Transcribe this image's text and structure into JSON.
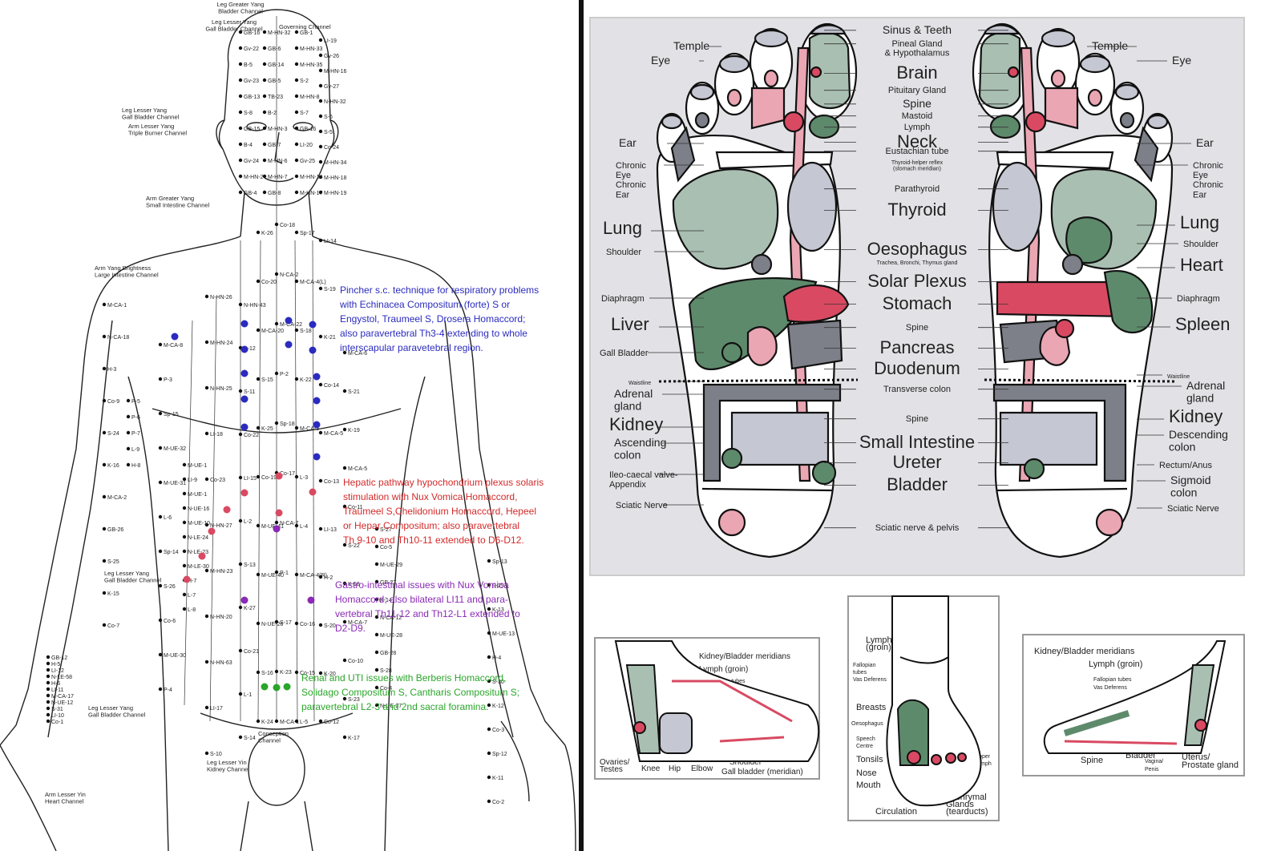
{
  "meridian": {
    "channels": [
      {
        "id": "leg_greater_yang",
        "text": "Leg Greater Yang\nBladder Channel"
      },
      {
        "id": "leg_lesser_yang_top",
        "text": "Leg Lesser Yang\nGall Bladder Channel"
      },
      {
        "id": "governing",
        "text": "Governing Channel"
      },
      {
        "id": "leg_lesser_yang_2",
        "text": "Leg Lesser Yang\nGall Bladder Channel"
      },
      {
        "id": "arm_lesser_yang",
        "text": "Arm Lesser Yang\nTriple Burner Channel"
      },
      {
        "id": "arm_greater_yang",
        "text": "Arm Greater Yang\nSmall Intestine Channel"
      },
      {
        "id": "arm_yang_brightness",
        "text": "Arm Yang Brightness\nLarge Intestine Channel"
      },
      {
        "id": "leg_lesser_yang_3",
        "text": "Leg Lesser Yang\nGall Bladder Channel"
      },
      {
        "id": "leg_lesser_yang_4",
        "text": "Leg Lesser Yang\nGall Bladder Channel"
      },
      {
        "id": "leg_lesser_yin",
        "text": "Leg Lesser Yin\nKidney Channel"
      },
      {
        "id": "arm_lesser_yin",
        "text": "Arm Lesser Yin\nHeart Channel"
      },
      {
        "id": "conception",
        "text": "Conception\nChannel"
      }
    ],
    "points": [
      "GB-16",
      "Gv-22",
      "B-5",
      "Gv-23",
      "GB-13",
      "S-8",
      "GB-15",
      "B-4",
      "Gv-24",
      "M-HN-2",
      "GB-4",
      "M-HN-32",
      "GB-6",
      "GB-14",
      "GB-5",
      "TB-23",
      "B-2",
      "M-HN-3",
      "GB-7",
      "M-HN-6",
      "M-HN-7",
      "GB-8",
      "GB-1",
      "M-HN-33",
      "M-HN-35",
      "S-2",
      "M-HN-8",
      "S-7",
      "GB-16",
      "LI-20",
      "Gv-25",
      "M-HN-14",
      "M-HN-17",
      "LI-19",
      "Gv-26",
      "M-HN-16",
      "Gv-27",
      "N-HN-32",
      "S-6",
      "S-5",
      "Co-24",
      "M-HN-34",
      "M-HN-18",
      "M-HN-19",
      "N-HN-26",
      "M-HN-24",
      "N-HN-25",
      "LI-18",
      "Co-23",
      "N-HN-27",
      "M-HN-23",
      "N-HN-20",
      "N-HN-63",
      "LI-17",
      "S-10",
      "N-HN-43",
      "S-12",
      "S-11",
      "Co-22",
      "LI-15",
      "L-2",
      "S-13",
      "K-27",
      "Co-21",
      "L-1",
      "S-14",
      "K-26",
      "Co-20",
      "M-CA-20",
      "S-15",
      "K-25",
      "Co-19",
      "M-UE-41",
      "M-UE-40",
      "N-UE-26",
      "S-16",
      "K-24",
      "Co-18",
      "N-CA-2",
      "M-CA-22",
      "P-2",
      "Sp-18",
      "Co-17",
      "N-CA-7",
      "P-1",
      "S-17",
      "K-23",
      "M-CA-1",
      "Sp-17",
      "M-CA-4(L)",
      "S-18",
      "K-22",
      "M-CA-3",
      "L-3",
      "L-4",
      "M-CA-4(R)",
      "Co-16",
      "Co-15",
      "L-5",
      "LI-14",
      "S-19",
      "K-21",
      "Co-14",
      "M-CA-5",
      "Co-13",
      "LI-13",
      "H-2",
      "S-20",
      "K-20",
      "Co-12",
      "M-CA-6",
      "S-21",
      "K-19",
      "M-CA-5",
      "Co-11",
      "S-22",
      "K-18",
      "M-CA-7",
      "Co-10",
      "S-23",
      "K-17",
      "M-CA-1",
      "N-CA-18",
      "H-3",
      "Co-9",
      "S-24",
      "K-16",
      "M-CA-2",
      "GB-26",
      "S-25",
      "K-15",
      "Co-7",
      "M-CA-8",
      "P-3",
      "Sp-15",
      "M-UE-32",
      "M-UE-31",
      "L-6",
      "Sp-14",
      "S-26",
      "Co-6",
      "M-UE-30",
      "P-4",
      "S-27",
      "Co-5",
      "M-UE-29",
      "GB-27",
      "K-14",
      "N-CA-12",
      "M-UE-28",
      "GB-28",
      "S-28",
      "Co-4",
      "N-UE-27",
      "Sp-13",
      "S-29",
      "K-13",
      "M-UE-13",
      "H-4",
      "S-30",
      "K-12",
      "Co-3",
      "Sp-12",
      "K-11",
      "Co-2",
      "GB-12",
      "H-5",
      "LI-12",
      "N-LE-58",
      "H-6",
      "LI-11",
      "M-CA-17",
      "N-UE-12",
      "S-31",
      "LI-10",
      "Co-1",
      "M-UE-1",
      "LI-9",
      "M-UE-1",
      "N-UE-16",
      "M-UE-10",
      "N-LE-24",
      "N-LE-23",
      "M-LE-30",
      "H-7",
      "L-7",
      "L-8",
      "P-5",
      "P-6",
      "P-7",
      "L-9",
      "H-8"
    ],
    "notes": [
      {
        "id": "respiratory",
        "color": "#2b2bbf",
        "text": "Pincher s.c. technique for respiratory problems\nwith Echinacea Compositum (forte) S or\nEngystol, Traumeel S, Drosera Homaccord;\nalso paravertebral Th3-4 extending to whole\ninterscapular paravetebral region."
      },
      {
        "id": "hepatic",
        "color": "#d42a2a",
        "text": "Hepatic pathway hypochondrium plexus solaris\nstimulation with Nux Vomica Homaccord,\nTraumeel S,Chelidonium Homaccord, Hepeel\nor Hepar Compositum; also paravertebral\nTh 9-10 and Th10-11 extended to D6-D12."
      },
      {
        "id": "gastro",
        "color": "#8a2ab5",
        "text": "Gastro-intestinal issues with Nux Vomica\nHomaccord; also bilateral LI11 and para-\nvertebral Th11-12 and Th12-L1 extended to\nD2-D9."
      },
      {
        "id": "renal",
        "color": "#2aa52a",
        "text": "Renal and UTI issues with Berberis Homaccord,\nSolidago Compositum S, Cantharis Compositum S;\nparavertebral L2-3 and 2nd sacral foramina."
      }
    ]
  },
  "reflexology": {
    "colors": {
      "green": "#a9bfb2",
      "dark_green": "#5e8a6c",
      "pink": "#eba6b3",
      "red": "#d94a62",
      "gray": "#7d8089",
      "light_gray": "#c5c7d2",
      "frame": "#e2e2e6"
    },
    "center_labels": [
      {
        "id": "sinus",
        "text": "Sinus & Teeth",
        "size": "md"
      },
      {
        "id": "pineal",
        "text": "Pineal Gland\n& Hypothalamus",
        "size": "sm"
      },
      {
        "id": "brain",
        "text": "Brain",
        "size": "lg"
      },
      {
        "id": "pituitary",
        "text": "Pituitary Gland",
        "size": "sm"
      },
      {
        "id": "spine1",
        "text": "Spine",
        "size": "md"
      },
      {
        "id": "mastoid",
        "text": "Mastoid",
        "size": "sm"
      },
      {
        "id": "lymph",
        "text": "Lymph",
        "size": "sm"
      },
      {
        "id": "neck",
        "text": "Neck",
        "size": "lg"
      },
      {
        "id": "eustachian",
        "text": "Eustachian tube",
        "size": "sm"
      },
      {
        "id": "thyroid_helper",
        "text": "Thyroid-helper reflex\n(stomach meridian)",
        "size": "xs"
      },
      {
        "id": "parathyroid",
        "text": "Parathyroid",
        "size": "sm"
      },
      {
        "id": "thyroid",
        "text": "Thyroid",
        "size": "lg"
      },
      {
        "id": "oesophagus",
        "text": "Oesophagus",
        "size": "lg"
      },
      {
        "id": "trachea",
        "text": "Trachea, Bronchi, Thymus gland",
        "size": "xs"
      },
      {
        "id": "solar",
        "text": "Solar Plexus",
        "size": "lg"
      },
      {
        "id": "stomach",
        "text": "Stomach",
        "size": "lg"
      },
      {
        "id": "spine2",
        "text": "Spine",
        "size": "sm"
      },
      {
        "id": "pancreas",
        "text": "Pancreas",
        "size": "lg"
      },
      {
        "id": "duodenum",
        "text": "Duodenum",
        "size": "lg"
      },
      {
        "id": "transverse",
        "text": "Transverse colon",
        "size": "sm"
      },
      {
        "id": "spine3",
        "text": "Spine",
        "size": "sm"
      },
      {
        "id": "small_int",
        "text": "Small Intestine",
        "size": "lg"
      },
      {
        "id": "ureter",
        "text": "Ureter",
        "size": "lg"
      },
      {
        "id": "bladder",
        "text": "Bladder",
        "size": "lg"
      },
      {
        "id": "sciatic_pelvis",
        "text": "Sciatic nerve & pelvis",
        "size": "sm"
      }
    ],
    "left_labels": [
      {
        "id": "temple_l",
        "text": "Temple",
        "size": "md"
      },
      {
        "id": "eye_l",
        "text": "Eye",
        "size": "md"
      },
      {
        "id": "ear_l",
        "text": "Ear",
        "size": "md"
      },
      {
        "id": "chronic_l",
        "text": "Chronic\nEye\nChronic\nEar",
        "size": "sm"
      },
      {
        "id": "lung_l",
        "text": "Lung",
        "size": "lg"
      },
      {
        "id": "shoulder_l",
        "text": "Shoulder",
        "size": "sm"
      },
      {
        "id": "diaphragm_l",
        "text": "Diaphragm",
        "size": "sm"
      },
      {
        "id": "liver",
        "text": "Liver",
        "size": "lg"
      },
      {
        "id": "gall",
        "text": "Gall Bladder",
        "size": "sm"
      },
      {
        "id": "waistline_l",
        "text": "Waistline",
        "size": "xs"
      },
      {
        "id": "adrenal_l",
        "text": "Adrenal\ngland",
        "size": "md"
      },
      {
        "id": "kidney_l",
        "text": "Kidney",
        "size": "lg"
      },
      {
        "id": "ascending",
        "text": "Ascending\ncolon",
        "size": "md"
      },
      {
        "id": "ileo",
        "text": "Ileo-caecal valve-\nAppendix",
        "size": "sm"
      },
      {
        "id": "sciatic_l",
        "text": "Sciatic Nerve",
        "size": "sm"
      }
    ],
    "right_labels": [
      {
        "id": "temple_r",
        "text": "Temple",
        "size": "md"
      },
      {
        "id": "eye_r",
        "text": "Eye",
        "size": "md"
      },
      {
        "id": "ear_r",
        "text": "Ear",
        "size": "md"
      },
      {
        "id": "chronic_r",
        "text": "Chronic\nEye\nChronic\nEar",
        "size": "sm"
      },
      {
        "id": "lung_r",
        "text": "Lung",
        "size": "lg"
      },
      {
        "id": "shoulder_r",
        "text": "Shoulder",
        "size": "sm"
      },
      {
        "id": "heart",
        "text": "Heart",
        "size": "lg"
      },
      {
        "id": "diaphragm_r",
        "text": "Diaphragm",
        "size": "sm"
      },
      {
        "id": "spleen",
        "text": "Spleen",
        "size": "lg"
      },
      {
        "id": "waistline_r",
        "text": "Waistline",
        "size": "xs"
      },
      {
        "id": "adrenal_r",
        "text": "Adrenal\ngland",
        "size": "md"
      },
      {
        "id": "kidney_r",
        "text": "Kidney",
        "size": "lg"
      },
      {
        "id": "descending",
        "text": "Descending\ncolon",
        "size": "md"
      },
      {
        "id": "rectum",
        "text": "Rectum/Anus",
        "size": "sm"
      },
      {
        "id": "sigmoid",
        "text": "Sigmoid\ncolon",
        "size": "md"
      },
      {
        "id": "sciatic_r",
        "text": "Sciatic Nerve",
        "size": "sm"
      }
    ],
    "panel_left": [
      {
        "id": "kbm",
        "text": "Kidney/Bladder meridians"
      },
      {
        "id": "lymph_g",
        "text": "Lymph (groin)"
      },
      {
        "id": "fallopian",
        "text": "Fallopian tubes\nVas Deferens"
      },
      {
        "id": "ovaries",
        "text": "Ovaries/\nTestes"
      },
      {
        "id": "knee",
        "text": "Knee"
      },
      {
        "id": "hip",
        "text": "Hip"
      },
      {
        "id": "elbow",
        "text": "Elbow"
      },
      {
        "id": "shoulder_p",
        "text": "Shoulder"
      },
      {
        "id": "gallmer",
        "text": "Gall bladder (meridian)"
      }
    ],
    "panel_center": [
      {
        "id": "lymph_c",
        "text": "Lymph\n(groin)"
      },
      {
        "id": "fallopian_c",
        "text": "Fallopian\ntubes\nVas Deferens"
      },
      {
        "id": "breasts",
        "text": "Breasts"
      },
      {
        "id": "oeso_c",
        "text": "Oesophagus"
      },
      {
        "id": "speech",
        "text": "Speech\nCentre"
      },
      {
        "id": "tonsils",
        "text": "Tonsils"
      },
      {
        "id": "nose",
        "text": "Nose"
      },
      {
        "id": "mouth",
        "text": "Mouth"
      },
      {
        "id": "upper_lymph",
        "text": "Upper\nLymph"
      },
      {
        "id": "lachrymal",
        "text": "Lachrymal\nGlands\n(tearducts)"
      },
      {
        "id": "circulation",
        "text": "Circulation"
      }
    ],
    "panel_right": [
      {
        "id": "kbm_r",
        "text": "Kidney/Bladder meridians"
      },
      {
        "id": "lymph_gr",
        "text": "Lymph (groin)"
      },
      {
        "id": "fallopian_r",
        "text": "Fallopian tubes\nVas Deferens"
      },
      {
        "id": "spine_r",
        "text": "Spine"
      },
      {
        "id": "bladder_r",
        "text": "Bladder"
      },
      {
        "id": "vagina",
        "text": "Vagina/\nPenis"
      },
      {
        "id": "uterus",
        "text": "Uterus/\nProstate gland"
      }
    ]
  }
}
